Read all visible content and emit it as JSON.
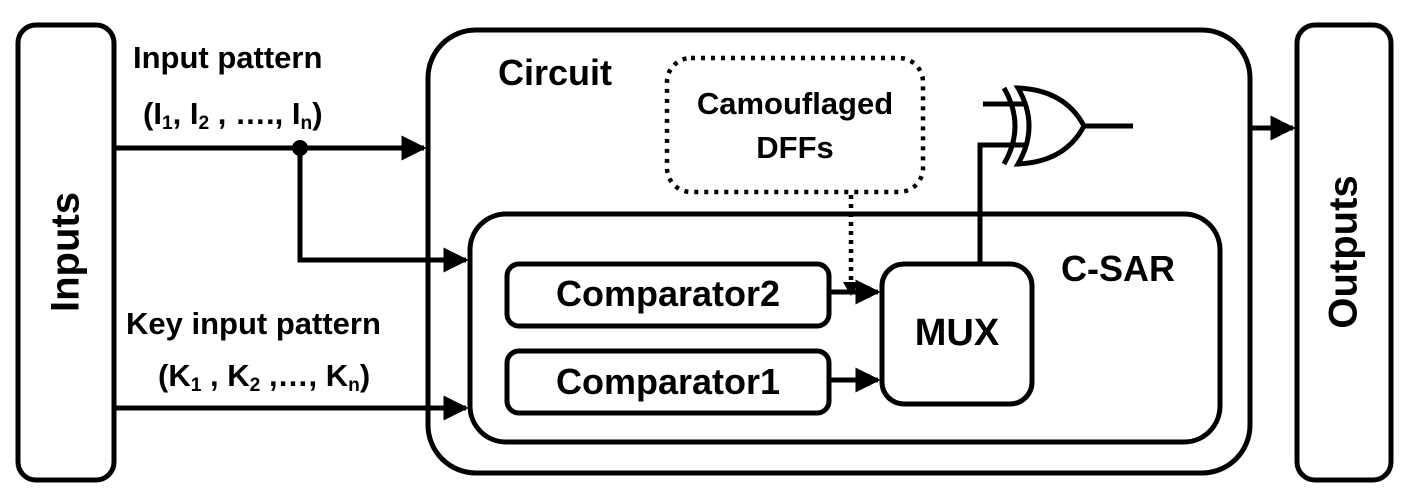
{
  "blocks": {
    "inputs": "Inputs",
    "outputs": "Outputs",
    "circuit": "Circuit",
    "csar": "C-SAR",
    "camouflaged_line1": "Camouflaged",
    "camouflaged_line2": "DFFs",
    "comparator2": "Comparator2",
    "comparator1": "Comparator1",
    "mux": "MUX"
  },
  "labels": {
    "input_pattern_title": "Input pattern",
    "input_pattern": {
      "open": "(I",
      "s1": "1",
      "mid1": ", I",
      "s2": "2",
      "mid2": " , …., I",
      "sn": "n",
      "close": ")"
    },
    "key_pattern_title": "Key input pattern",
    "key_pattern": {
      "open": "(K",
      "s1": "1",
      "mid1": " , K",
      "s2": "2",
      "mid2": " ,…, K",
      "sn": "n",
      "close": ")"
    }
  }
}
